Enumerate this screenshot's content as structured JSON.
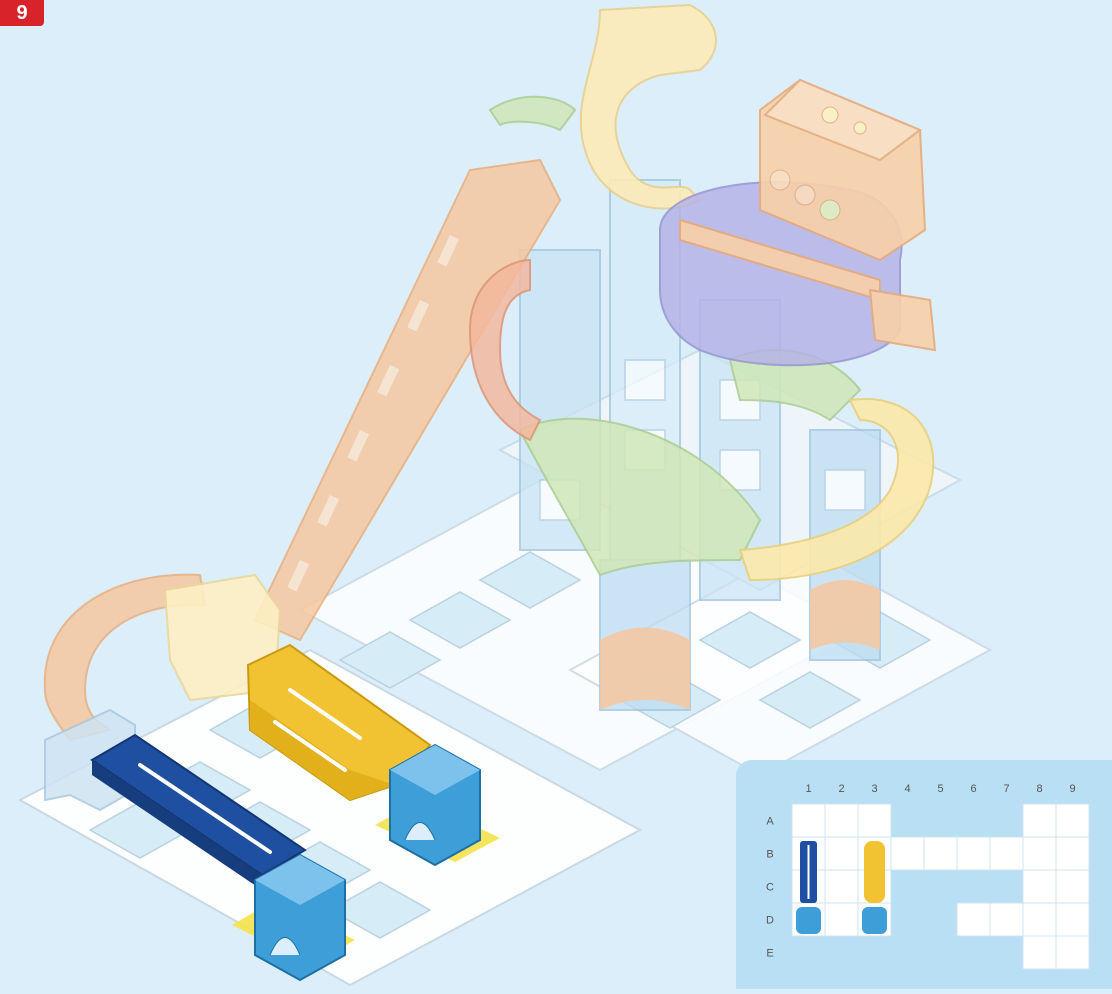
{
  "step": {
    "label": "9"
  },
  "grid_map": {
    "columns": [
      "1",
      "2",
      "3",
      "4",
      "5",
      "6",
      "7",
      "8",
      "9"
    ],
    "rows": [
      "A",
      "B",
      "C",
      "D",
      "E"
    ],
    "colors": {
      "background": "#b9dff5",
      "cell": "#ffffff",
      "dark_blue_rail": "#1f4fa0",
      "yellow_chute": "#f1c232",
      "blue_stand": "#3d9ed8"
    },
    "placed_parts": [
      {
        "name": "dark blue rail",
        "column": "1",
        "rows": [
          "B",
          "C"
        ]
      },
      {
        "name": "blue stand",
        "column": "1",
        "row": "D"
      },
      {
        "name": "yellow chute",
        "column": "3",
        "rows": [
          "B",
          "C"
        ]
      },
      {
        "name": "blue stand",
        "column": "3",
        "row": "D"
      }
    ]
  }
}
